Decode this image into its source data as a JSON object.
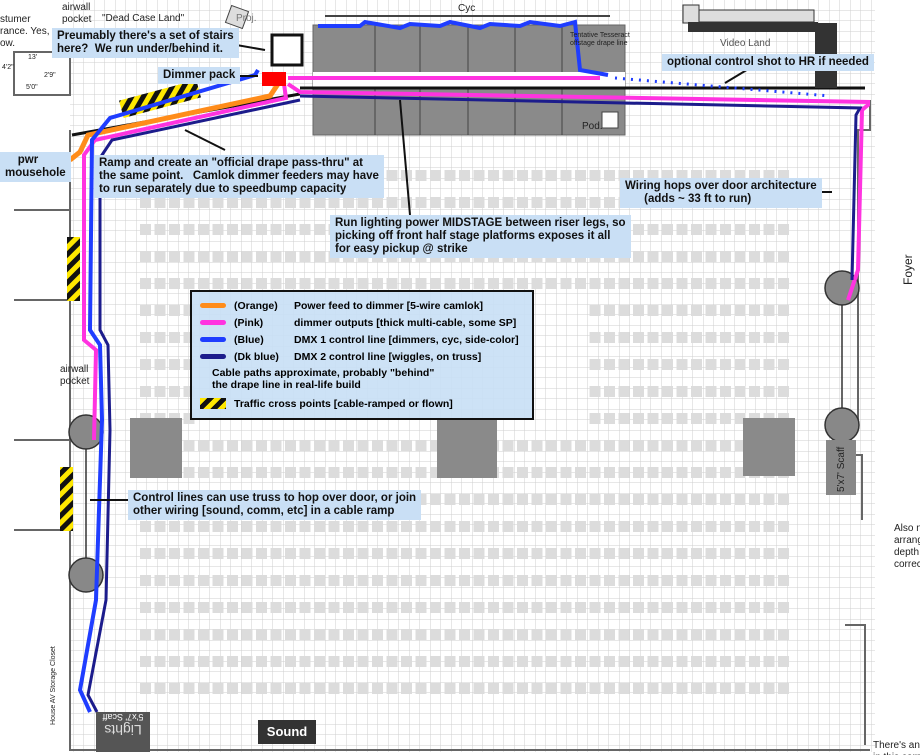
{
  "labels": {
    "airwall_pocket_top": "airwall\npocket",
    "dead_case_land": "\"Dead Case Land\"",
    "costumer_fragment": "stumer\nrance. Yes,\now.",
    "proj": "Proj.",
    "cyc": "Cyc",
    "tesseract": "Tentative Tesseract\noffstage drape line",
    "video_land": "Video Land",
    "pod": "Pod.",
    "foyer": "Foyer",
    "airwall_pocket_left": "airwall\npocket",
    "scaff_right": "5'x7' Scaff",
    "also_note": "Also n\narrang\ndepth\ncorrec",
    "corner_note": "There's an ai\nin this corne",
    "house_av": "House AV\nStorage Closet",
    "lights": "Lights",
    "scaff_lights": "5'x7' Scaff",
    "sound": "Sound",
    "dims": {
      "d1": "4'2\"",
      "d2": "2'9\"",
      "d3": "5'0\"",
      "d4": "13'"
    }
  },
  "notes": {
    "stairs": "Preumably there's a set of stairs\nhere?  We run under/behind it.",
    "dimmer_pack": "Dimmer pack",
    "optional_control": "optional control shot to HR if needed",
    "pwr_mousehole": "    pwr\nmousehole",
    "ramp": "Ramp and create an \"official drape pass-thru\" at\nthe same point.   Camlok dimmer feeders may have\nto run separately due to speedbump capacity",
    "wiring_hops": "Wiring hops over door architecture\n      (adds ~ 33 ft to run)",
    "midstage": "Run lighting power MIDSTAGE between riser legs, so\npicking off front half stage platforms exposes it all\nfor easy pickup @ strike",
    "control_lines": "Control lines can use truss to hop over door, or join\nother wiring [sound, comm, etc] in a cable ramp"
  },
  "legend": {
    "items": [
      {
        "name": "(Orange)",
        "desc": "Power feed to dimmer [5-wire camlok]",
        "color": "#ff8c1a"
      },
      {
        "name": "(Pink)",
        "desc": "dimmer outputs [thick multi-cable, some SP]",
        "color": "#ff33e0"
      },
      {
        "name": "(Blue)",
        "desc": "DMX 1 control line [dimmers, cyc, side-color]",
        "color": "#1f3dff"
      },
      {
        "name": "(Dk blue)",
        "desc": "DMX 2 control line [wiggles, on truss]",
        "color": "#1c1c8c"
      }
    ],
    "approx": "Cable paths approximate, probably \"behind\"\nthe drape line in real-life build",
    "traffic": "Traffic cross points [cable-ramped or flown]"
  },
  "colors": {
    "orange": "#ff8c1a",
    "pink": "#ff33e0",
    "blue": "#1f3dff",
    "dkblue": "#1c1c8c",
    "stage": "#8a8a8a",
    "note_bg": "#c9dff5",
    "dimmer": "#ff0000"
  }
}
